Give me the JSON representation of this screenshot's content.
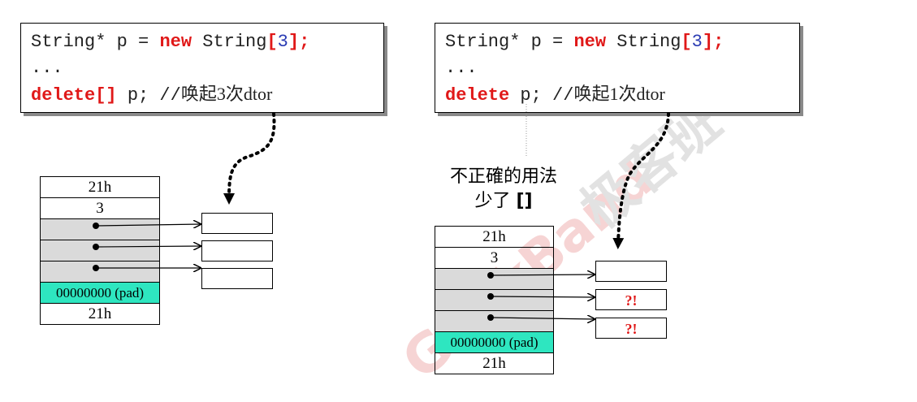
{
  "left": {
    "code": {
      "line1_a": "String* p = ",
      "line1_kw": "new",
      "line1_b": " String",
      "line1_open": "[",
      "line1_num": "3",
      "line1_close": "];",
      "line2": "...",
      "line3_kw": "delete[]",
      "line3_b": " p; //",
      "line3_comment": "唤起3次dtor"
    },
    "memory": [
      "21h",
      "3",
      "",
      "",
      "",
      "00000000 (pad)",
      "21h"
    ]
  },
  "right": {
    "code": {
      "line1_a": "String* p = ",
      "line1_kw": "new",
      "line1_b": " String",
      "line1_open": "[",
      "line1_num": "3",
      "line1_close": "];",
      "line2": "...",
      "line3_kw": "delete",
      "line3_b": " p; //",
      "line3_comment": "唤起1次dtor"
    },
    "note_line1": "不正確的用法",
    "note_line2_a": "少了 ",
    "note_line2_b": "[]",
    "memory": [
      "21h",
      "3",
      "",
      "",
      "",
      "00000000 (pad)",
      "21h"
    ],
    "objects": [
      "",
      "?!",
      "?!"
    ]
  },
  "watermark": {
    "text": "GeekBand",
    "cjk": "极客班",
    "color": "#f2c6c6"
  }
}
